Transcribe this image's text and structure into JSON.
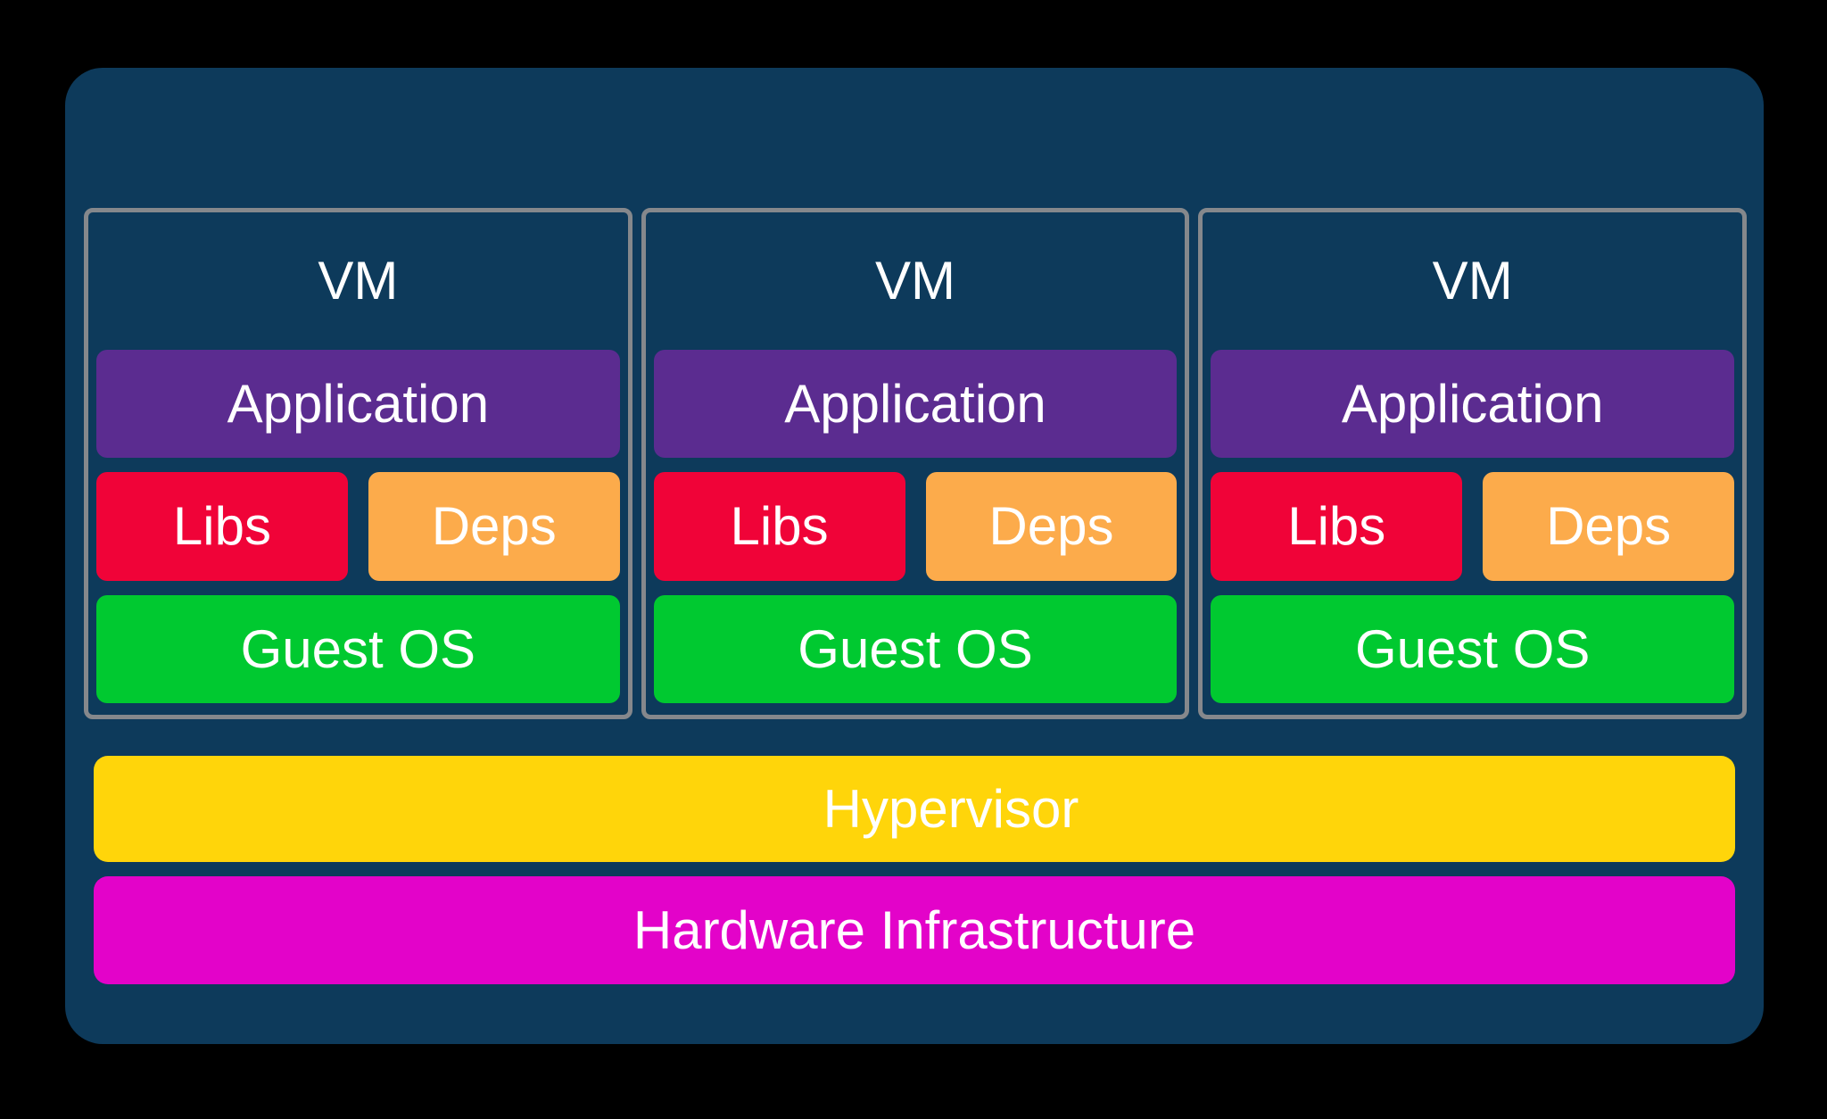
{
  "colors": {
    "background": "#000000",
    "platform": "#0d3a5b",
    "vm_border": "#85888c",
    "application": "#5b2c90",
    "libs": "#f00338",
    "deps": "#fcab4b",
    "guest_os": "#00c930",
    "hypervisor": "#ffd50a",
    "hardware": "#e303c9",
    "text": "#ffffff"
  },
  "vms": [
    {
      "title": "VM",
      "application": "Application",
      "libs": "Libs",
      "deps": "Deps",
      "guest_os": "Guest OS"
    },
    {
      "title": "VM",
      "application": "Application",
      "libs": "Libs",
      "deps": "Deps",
      "guest_os": "Guest OS"
    },
    {
      "title": "VM",
      "application": "Application",
      "libs": "Libs",
      "deps": "Deps",
      "guest_os": "Guest OS"
    }
  ],
  "layers": {
    "hypervisor": "Hypervisor",
    "hardware": "Hardware Infrastructure"
  }
}
